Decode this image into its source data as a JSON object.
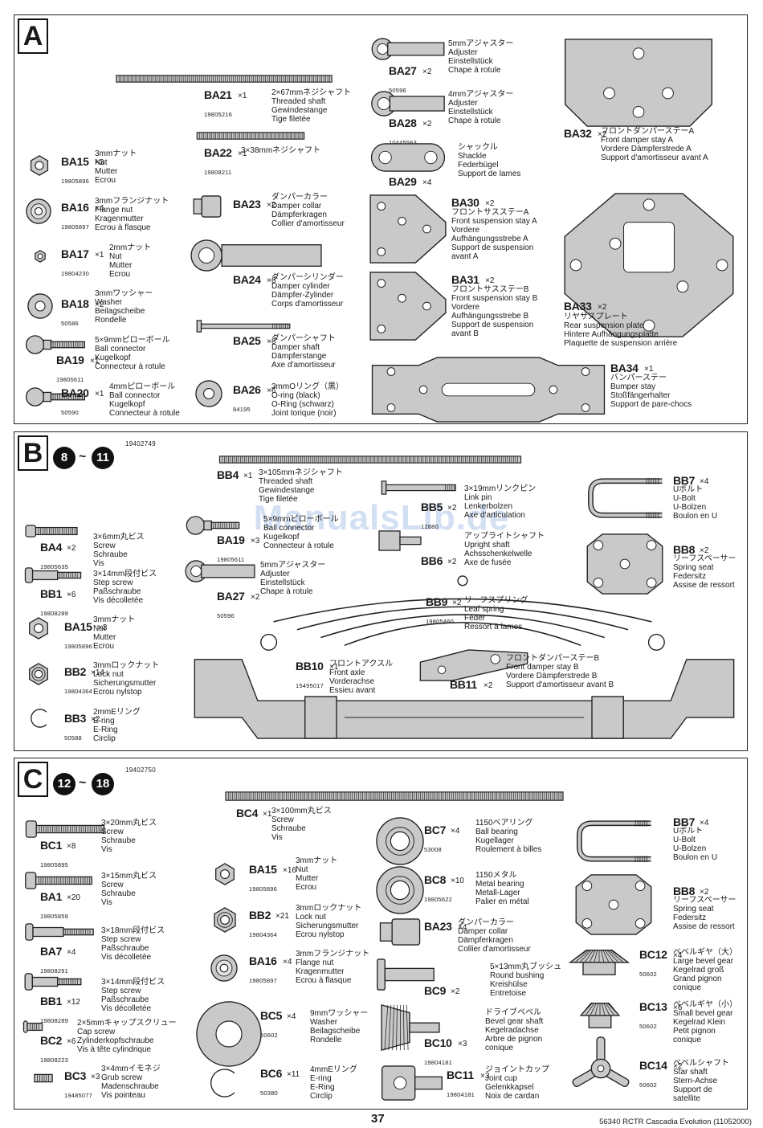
{
  "page": {
    "number": "37",
    "reference": "56340 RCTR Cascadia Evolution (11052000)"
  },
  "watermark": "ManualsLib.de",
  "bags": [
    {
      "letter": "A",
      "code": "",
      "steps": [],
      "parts": [
        {
          "id": "BA21",
          "qty": "×1",
          "code": "19805216",
          "names": [
            "2×67mmネジシャフト",
            "Threaded shaft",
            "Gewindestange",
            "Tige filetée"
          ]
        },
        {
          "id": "BA22",
          "qty": "×1",
          "code": "19808211",
          "names": [
            "3×38mmネジシャフト"
          ]
        },
        {
          "id": "BA15",
          "qty": "×3",
          "code": "19805896",
          "names": [
            "3mmナット",
            "Nut",
            "Mutter",
            "Ecrou"
          ]
        },
        {
          "id": "BA16",
          "qty": "×4",
          "code": "19805897",
          "names": [
            "3mmフランジナット",
            "Flange nut",
            "Kragenmutter",
            "Ecrou à flasque"
          ]
        },
        {
          "id": "BA17",
          "qty": "×1",
          "code": "19804230",
          "names": [
            "2mmナット",
            "Nut",
            "Mutter",
            "Ecrou"
          ]
        },
        {
          "id": "BA18",
          "qty": "×2",
          "code": "50586",
          "names": [
            "3mmワッシャー",
            "Washer",
            "Beilagscheibe",
            "Rondelle"
          ]
        },
        {
          "id": "BA19",
          "qty": "×1",
          "code": "19805611",
          "names": [
            "5×9mmピローボール",
            "Ball connector",
            "Kugelkopf",
            "Connecteur à rotule"
          ]
        },
        {
          "id": "BA20",
          "qty": "×1",
          "code": "50590",
          "names": [
            "4mmピローボール",
            "Ball connector",
            "Kugelkopf",
            "Connecteur à rotule"
          ]
        },
        {
          "id": "BA23",
          "qty": "×2",
          "code": "",
          "names": [
            "ダンパーカラー",
            "Damper collar",
            "Dämpferkragen",
            "Collier d'amortisseur"
          ]
        },
        {
          "id": "BA24",
          "qty": "×6",
          "code": "",
          "names": [
            "ダンパーシリンダー",
            "Damper cylinder",
            "Dämpfer-Zylinder",
            "Corps d'amortisseur"
          ]
        },
        {
          "id": "BA25",
          "qty": "×6",
          "code": "",
          "names": [
            "ダンパーシャフト",
            "Damper shaft",
            "Dämpferstange",
            "Axe d'amortisseur"
          ]
        },
        {
          "id": "BA26",
          "qty": "×6",
          "code": "84195",
          "names": [
            "3mmOリング（黒）",
            "O-ring (black)",
            "O-Ring (schwarz)",
            "Joint torique (noir)"
          ]
        },
        {
          "id": "BA27",
          "qty": "×2",
          "code": "50596",
          "names": [
            "5mmアジャスター",
            "Adjuster",
            "Einstellstück",
            "Chape à rotule"
          ]
        },
        {
          "id": "BA28",
          "qty": "×2",
          "code": "10445563",
          "names": [
            "4mmアジャスター",
            "Adjuster",
            "Einstellstück",
            "Chape à rotule"
          ]
        },
        {
          "id": "BA29",
          "qty": "×4",
          "code": "",
          "names": [
            "シャックル",
            "Shackle",
            "Federbügel",
            "Support de lames"
          ]
        },
        {
          "id": "BA30",
          "qty": "×2",
          "code": "",
          "names": [
            "フロントサスステーA",
            "Front suspension stay A",
            "Vordere",
            "Aufhängungsstrebe A",
            "Support de suspension",
            "avant A"
          ]
        },
        {
          "id": "BA31",
          "qty": "×2",
          "code": "",
          "names": [
            "フロントサスステーB",
            "Front suspension stay B",
            "Vordere",
            "Aufhängungsstrebe B",
            "Support de suspension",
            "avant B"
          ]
        },
        {
          "id": "BA32",
          "qty": "×2",
          "code": "",
          "names": [
            "フロントダンパーステーA",
            "Front damper stay A",
            "Vordere Dämpferstrede A",
            "Support d'amortisseur avant A"
          ]
        },
        {
          "id": "BA33",
          "qty": "×2",
          "code": "",
          "names": [
            "リヤサスプレート",
            "Rear suspension plate",
            "Hintere Aufhängungsplatte",
            "Plaquette de suspension arrière"
          ]
        },
        {
          "id": "BA34",
          "qty": "×1",
          "code": "",
          "names": [
            "バンパーステー",
            "Bumper stay",
            "Stoßfängerhalter",
            "Support de pare-chocs"
          ]
        }
      ]
    },
    {
      "letter": "B",
      "code": "19402749",
      "steps": [
        "8",
        "11"
      ],
      "parts": [
        {
          "id": "BB4",
          "qty": "×1",
          "code": "",
          "names": [
            "3×105mmネジシャフト",
            "Threaded shaft",
            "Gewindestange",
            "Tige filetée"
          ]
        },
        {
          "id": "BA4",
          "qty": "×2",
          "code": "19805635",
          "names": [
            "3×6mm丸ビス",
            "Screw",
            "Schraube",
            "Vis"
          ]
        },
        {
          "id": "BB1",
          "qty": "×6",
          "code": "19808289",
          "names": [
            "3×14mm段付ビス",
            "Step screw",
            "Paßschraube",
            "Vis décolletée"
          ]
        },
        {
          "id": "BA15",
          "qty": "×3",
          "code": "19805896",
          "names": [
            "3mmナット",
            "Nut",
            "Mutter",
            "Ecrou"
          ]
        },
        {
          "id": "BB2",
          "qty": "×14",
          "code": "19804364",
          "names": [
            "3mmロックナット",
            "Lock nut",
            "Sicherungsmutter",
            "Ecrou nylstop"
          ]
        },
        {
          "id": "BB3",
          "qty": "×2",
          "code": "50588",
          "names": [
            "2mmEリング",
            "E-ring",
            "E-Ring",
            "Circlip"
          ]
        },
        {
          "id": "BA19",
          "qty": "×3",
          "code": "19805611",
          "names": [
            "5×9mmピローボール",
            "Ball connector",
            "Kugelkopf",
            "Connecteur à rotule"
          ]
        },
        {
          "id": "BA27",
          "qty": "×2",
          "code": "50596",
          "names": [
            "5mmアジャスター",
            "Adjuster",
            "Einstellstück",
            "Chape à rotule"
          ]
        },
        {
          "id": "BB5",
          "qty": "×2",
          "code": "12880",
          "names": [
            "3×19mmリンクピン",
            "Link pin",
            "Lenkerbolzen",
            "Axe d'articulation"
          ]
        },
        {
          "id": "BB6",
          "qty": "×2",
          "code": "",
          "names": [
            "アップライトシャフト",
            "Upright shaft",
            "Achsschenkelwelle",
            "Axe de fusée"
          ]
        },
        {
          "id": "BB9",
          "qty": "×2",
          "code": "19805460",
          "names": [
            "リーフスプリング",
            "Leaf spring",
            "Feder",
            "Ressort à lames"
          ]
        },
        {
          "id": "BB10",
          "qty": "×1",
          "code": "15495017",
          "names": [
            "フロントアクスル",
            "Front axle",
            "Vorderachse",
            "Essieu avant"
          ]
        },
        {
          "id": "BB11",
          "qty": "×2",
          "code": "",
          "names": [
            "フロントダンパーステーB",
            "Front damper stay B",
            "Vordere Dämpferstrede B",
            "Support d'amortisseur avant B"
          ]
        },
        {
          "id": "BB7",
          "qty": "×4",
          "code": "",
          "names": [
            "Uボルト",
            "U-Bolt",
            "U-Bolzen",
            "Boulon en U"
          ]
        },
        {
          "id": "BB8",
          "qty": "×2",
          "code": "",
          "names": [
            "リーフスペーサー",
            "Spring seat",
            "Federsitz",
            "Assise de ressort"
          ]
        }
      ]
    },
    {
      "letter": "C",
      "code": "19402750",
      "steps": [
        "12",
        "18"
      ],
      "parts": [
        {
          "id": "BC4",
          "qty": "×1",
          "code": "",
          "names": [
            "3×100mm丸ビス",
            "Screw",
            "Schraube",
            "Vis"
          ]
        },
        {
          "id": "BC1",
          "qty": "×8",
          "code": "19805895",
          "names": [
            "3×20mm丸ビス",
            "Screw",
            "Schraube",
            "Vis"
          ]
        },
        {
          "id": "BA1",
          "qty": "×20",
          "code": "19805859",
          "names": [
            "3×15mm丸ビス",
            "Screw",
            "Schraube",
            "Vis"
          ]
        },
        {
          "id": "BA7",
          "qty": "×4",
          "code": "19808291",
          "names": [
            "3×18mm段付ビス",
            "Step screw",
            "Paßschraube",
            "Vis décolletée"
          ]
        },
        {
          "id": "BB1",
          "qty": "×12",
          "code": "19808289",
          "names": [
            "3×14mm段付ビス",
            "Step screw",
            "Paßschraube",
            "Vis décolletée"
          ]
        },
        {
          "id": "BC2",
          "qty": "×6",
          "code": "19808223",
          "names": [
            "2×5mmキャップスクリュー",
            "Cap screw",
            "Zylinderkopfschraube",
            "Vis à tête cylindrique"
          ]
        },
        {
          "id": "BC3",
          "qty": "×3",
          "code": "19485077",
          "names": [
            "3×4mmイモネジ",
            "Grub screw",
            "Madenschraube",
            "Vis pointeau"
          ]
        },
        {
          "id": "BA15",
          "qty": "×16",
          "code": "19805896",
          "names": [
            "3mmナット",
            "Nut",
            "Mutter",
            "Ecrou"
          ]
        },
        {
          "id": "BB2",
          "qty": "×21",
          "code": "19804364",
          "names": [
            "3mmロックナット",
            "Lock nut",
            "Sicherungsmutter",
            "Ecrou nylstop"
          ]
        },
        {
          "id": "BA16",
          "qty": "×4",
          "code": "19805897",
          "names": [
            "3mmフランジナット",
            "Flange nut",
            "Kragenmutter",
            "Ecrou à flasque"
          ]
        },
        {
          "id": "BC5",
          "qty": "×4",
          "code": "50602",
          "names": [
            "9mmワッシャー",
            "Washer",
            "Beilagscheibe",
            "Rondelle"
          ]
        },
        {
          "id": "BC6",
          "qty": "×11",
          "code": "50380",
          "names": [
            "4mmEリング",
            "E-ring",
            "E-Ring",
            "Circlip"
          ]
        },
        {
          "id": "BC7",
          "qty": "×4",
          "code": "53008",
          "names": [
            "1150ベアリング",
            "Ball bearing",
            "Kugellager",
            "Roulement à billes"
          ]
        },
        {
          "id": "BC8",
          "qty": "×10",
          "code": "19805622",
          "names": [
            "1150メタル",
            "Metal bearing",
            "Metall-Lager",
            "Palier en métal"
          ]
        },
        {
          "id": "BA23",
          "qty": "×4",
          "code": "",
          "names": [
            "ダンパーカラー",
            "Damper collar",
            "Dämpferkragen",
            "Collier d'amortisseur"
          ]
        },
        {
          "id": "BC9",
          "qty": "×2",
          "code": "",
          "names": [
            "5×13mm丸ブッシュ",
            "Round bushing",
            "Kreishülse",
            "Entretoise"
          ]
        },
        {
          "id": "BC10",
          "qty": "×3",
          "code": "19804181",
          "names": [
            "ドライブベベル",
            "Bevel gear shaft",
            "Kegelradachse",
            "Arbre de pignon",
            "conique"
          ]
        },
        {
          "id": "BC11",
          "qty": "×3",
          "code": "19804181",
          "names": [
            "ジョイントカップ",
            "Joint cup",
            "Gelenkkapsel",
            "Noix de cardan"
          ]
        },
        {
          "id": "BB7",
          "qty": "×4",
          "code": "",
          "names": [
            "Uボルト",
            "U-Bolt",
            "U-Bolzen",
            "Boulon en U"
          ]
        },
        {
          "id": "BB8",
          "qty": "×2",
          "code": "",
          "names": [
            "リーフスペーサー",
            "Spring seat",
            "Federsitz",
            "Assise de ressort"
          ]
        },
        {
          "id": "BC12",
          "qty": "×4",
          "code": "50602",
          "names": [
            "ベベルギヤ（大）",
            "Large bevel gear",
            "Kegelrad groß",
            "Grand pignon",
            "conique"
          ]
        },
        {
          "id": "BC13",
          "qty": "×6",
          "code": "50602",
          "names": [
            "ベベルギヤ（小）",
            "Small bevel gear",
            "Kegelrad Klein",
            "Petit pignon",
            "conique"
          ]
        },
        {
          "id": "BC14",
          "qty": "×2",
          "code": "50602",
          "names": [
            "ベベルシャフト",
            "Star shaft",
            "Stern-Achse",
            "Support de",
            "satellite"
          ]
        }
      ]
    }
  ]
}
